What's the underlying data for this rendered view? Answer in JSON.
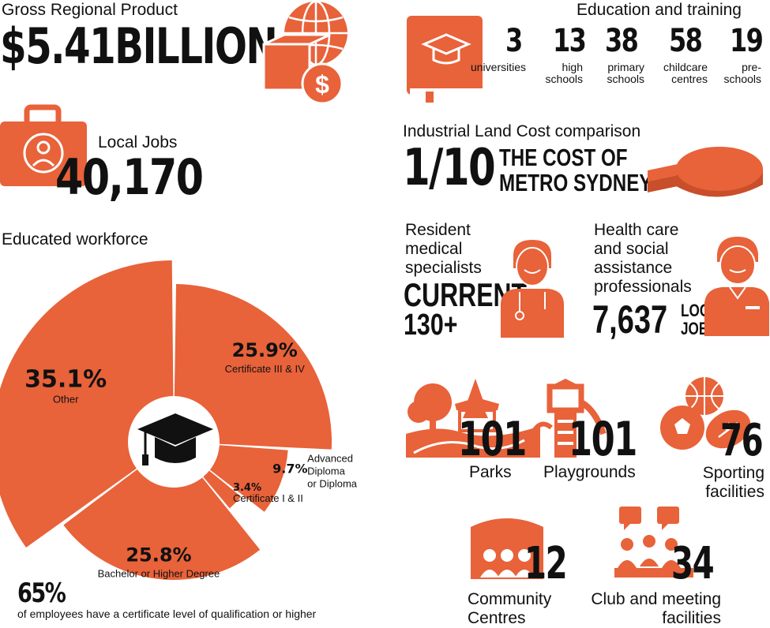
{
  "colors": {
    "accent": "#e8623a",
    "dark": "#111111",
    "white": "#ffffff"
  },
  "gross": {
    "label": "Gross Regional Product",
    "value": "$5.41BILLION"
  },
  "jobs": {
    "label": "Local Jobs",
    "value": "40,170"
  },
  "education": {
    "title": "Education and training",
    "items": [
      {
        "num": "3",
        "label": "universities"
      },
      {
        "num": "13",
        "label": "high schools"
      },
      {
        "num": "38",
        "label": "primary schools"
      },
      {
        "num": "58",
        "label": "childcare centres"
      },
      {
        "num": "19",
        "label": "pre- schools"
      }
    ]
  },
  "industrial": {
    "title": "Industrial Land Cost comparison",
    "ratio": "1/10",
    "text_line1": "THE COST OF",
    "text_line2": "METRO SYDNEY"
  },
  "medical": {
    "line1": "Resident",
    "line2": "medical",
    "line3": "specialists",
    "current": "CURRENT",
    "value": "130+"
  },
  "health": {
    "line1": "Health care",
    "line2": "and social",
    "line3": "assistance",
    "line4": "professionals",
    "value": "7,637",
    "unit1": "LOCAL",
    "unit2": "JOBS"
  },
  "facilities": [
    {
      "num": "101",
      "label": "Parks"
    },
    {
      "num": "101",
      "label": "Playgrounds"
    },
    {
      "num": "76",
      "label": "Sporting facilities"
    },
    {
      "num": "12",
      "label": "Community Centres"
    },
    {
      "num": "34",
      "label": "Club and meeting facilities"
    }
  ],
  "workforce_title": "Educated workforce",
  "footer": {
    "pct": "65%",
    "text": "of employees have a certificate level of qualification or higher"
  },
  "chart_data": {
    "type": "pie",
    "title": "Educated workforce",
    "categories": [
      "Other",
      "Certificate III & IV",
      "Advanced Diploma or Diploma",
      "Certificate I & II",
      "Bachelor or Higher Degree"
    ],
    "values": [
      35.1,
      25.9,
      9.7,
      3.4,
      25.8
    ],
    "value_labels": [
      "35.1%",
      "25.9%",
      "9.7%",
      "3.4%",
      "25.8%"
    ]
  }
}
